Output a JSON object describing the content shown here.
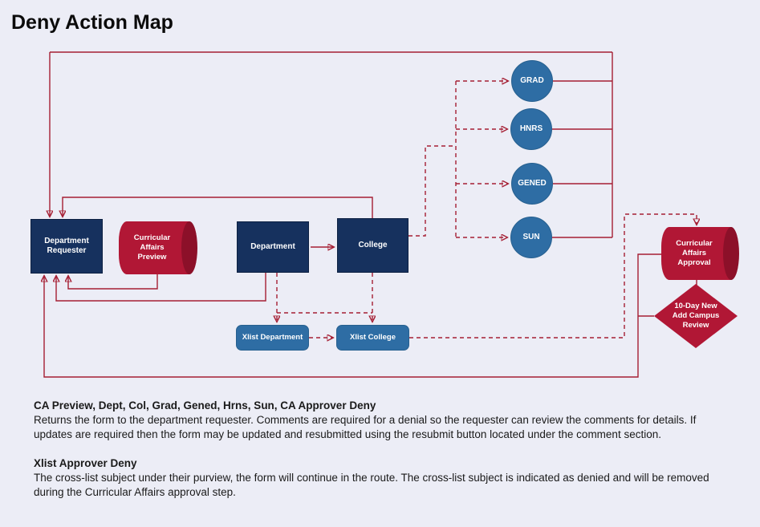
{
  "title": "Deny Action Map",
  "colors": {
    "background": "#ecedf6",
    "navy_node": "#16315e",
    "blue_node": "#2e6da4",
    "crimson_node": "#b11735",
    "crimson_node_shade": "#8c1029",
    "connector_line": "#a51e33",
    "text_dark": "#1a1a1a"
  },
  "nodes": {
    "department_requester": {
      "label": "Department Requester"
    },
    "ca_preview": {
      "label": "Curricular Affairs Preview"
    },
    "department": {
      "label": "Department"
    },
    "college": {
      "label": "College"
    },
    "grad": {
      "label": "GRAD"
    },
    "hnrs": {
      "label": "HNRS"
    },
    "gened": {
      "label": "GENED"
    },
    "sun": {
      "label": "SUN"
    },
    "xlist_department": {
      "label": "Xlist Department"
    },
    "xlist_college": {
      "label": "Xlist College"
    },
    "ca_approval": {
      "label": "Curricular Affairs Approval"
    },
    "ten_day_review": {
      "label": "10-Day New Add Campus Review"
    }
  },
  "edges": [
    {
      "from": "department",
      "to": "college",
      "style": "solid-arrow"
    },
    {
      "from": "college",
      "to": "department_requester",
      "style": "solid-arrow"
    },
    {
      "from": "ca_preview",
      "to": "department_requester",
      "style": "solid-arrow"
    },
    {
      "from": "department",
      "to": "department_requester",
      "style": "solid-arrow"
    },
    {
      "from": "grad,hnrs,gened,sun",
      "to": "department_requester",
      "style": "solid-arrow"
    },
    {
      "from": "ca_approval",
      "to": "department_requester",
      "style": "solid-arrow"
    },
    {
      "from": "college",
      "to": "grad,hnrs,gened,sun",
      "style": "dashed-arrow"
    },
    {
      "from": "college",
      "to": "xlist_college",
      "style": "dashed-arrow"
    },
    {
      "from": "department",
      "to": "xlist_department",
      "style": "dashed-arrow"
    },
    {
      "from": "xlist_department",
      "to": "xlist_college",
      "style": "dashed-arrow"
    },
    {
      "from": "xlist_college",
      "to": "ca_approval",
      "style": "dashed-arrow"
    },
    {
      "from": "ca_approval",
      "to": "ten_day_review",
      "style": "solid"
    }
  ],
  "notes": [
    {
      "heading": "CA Preview, Dept, Col, Grad, Gened, Hrns, Sun, CA Approver Deny",
      "body": "Returns the form to the department requester. Comments are required for a denial so the requester can review the comments for details. If updates are required then the form may be updated and resubmitted using the resubmit button located under the comment section."
    },
    {
      "heading": "Xlist Approver Deny",
      "body": "The cross-list subject under their purview, the form will continue in the route. The cross-list subject is indicated as denied and will be removed during the Curricular Affairs approval step."
    }
  ]
}
